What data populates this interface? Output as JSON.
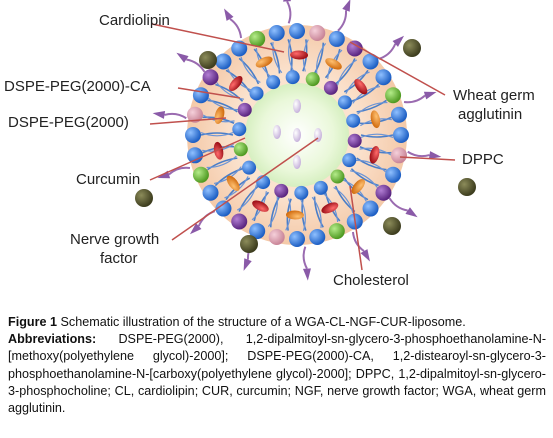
{
  "labels": {
    "cardiolipin": "Cardiolipin",
    "dspe_peg_ca": "DSPE-PEG(2000)-CA",
    "dspe_peg": "DSPE-PEG(2000)",
    "curcumin": "Curcumin",
    "ngf_line1": "Nerve growth",
    "ngf_line2": "factor",
    "wga_line1": "Wheat germ",
    "wga_line2": "agglutinin",
    "dppc": "DPPC",
    "cholesterol": "Cholesterol"
  },
  "caption": {
    "figure_number": "Figure 1",
    "title": "Schematic illustration of the structure of a WGA-CL-NGF-CUR-liposome.",
    "abbreviations_heading": "Abbreviations:",
    "abbreviations_text": "DSPE-PEG(2000), 1,2-dipalmitoyl-sn-glycero-3-phosphoethanolamine-N-[methoxy(polyethylene glycol)-2000]; DSPE-PEG(2000)-CA, 1,2-distearoyl-sn-glycero-3-phosphoethanolamine-N-[carboxy(polyethylene glycol)-2000]; DPPC, 1,2-dipalmitoyl-sn-glycero-3-phosphocholine; CL, cardiolipin; CUR, curcumin; NGF, nerve growth factor; WGA, wheat germ agglutinin."
  },
  "colors": {
    "leader_line": "#c0504d",
    "dppc_head": "#2e75d6",
    "cardiolipin_head": "#7b3fa0",
    "curcumin": "#f0902a",
    "cholesterol": "#c8202a",
    "wga": "#5a5a32",
    "peg_head": "#e0a0b0",
    "green_head": "#6cc040",
    "core_fill": "#e8f7d8",
    "shell_fill": "#f9d9c0",
    "tail": "#4a7ec8",
    "ngf": "#9a6bb0"
  }
}
